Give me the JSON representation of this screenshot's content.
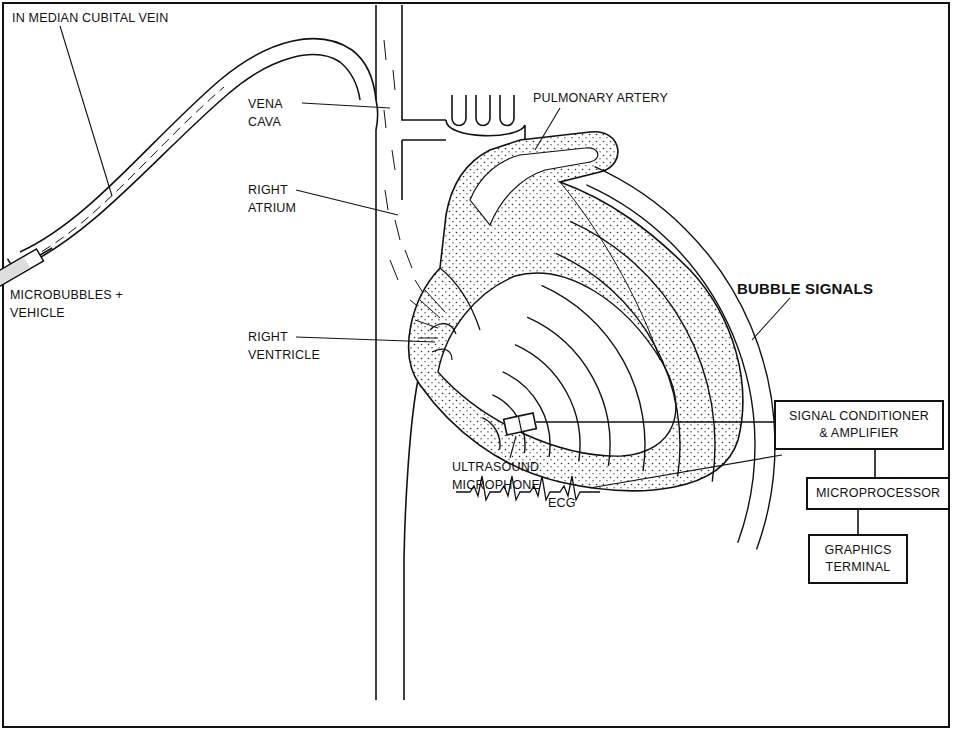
{
  "diagram": {
    "nodes": [
      {
        "text": [
          "SIGNAL CONDITIONER & AMPLIFIER"
        ]
      },
      {
        "text": [
          "MICROPROCESSOR"
        ]
      },
      {
        "text": [
          "GRAPHICS TERMINAL"
        ]
      }
    ],
    "edges": [
      {
        "from": 0,
        "to": 1,
        "arrow": "none"
      },
      {
        "from": 1,
        "to": 2,
        "arrow": "none"
      }
    ],
    "labels": [
      "IN MEDIAN CUBITAL VEIN",
      "VENA CAVA",
      "PULMONARY ARTERY",
      "RIGHT ATRIUM",
      "MICROBUBBLES + VEHICLE",
      "RIGHT VENTRICLE",
      "BUBBLE SIGNALS",
      "ULTRASOUND MICROPHONE",
      "ECG"
    ]
  }
}
